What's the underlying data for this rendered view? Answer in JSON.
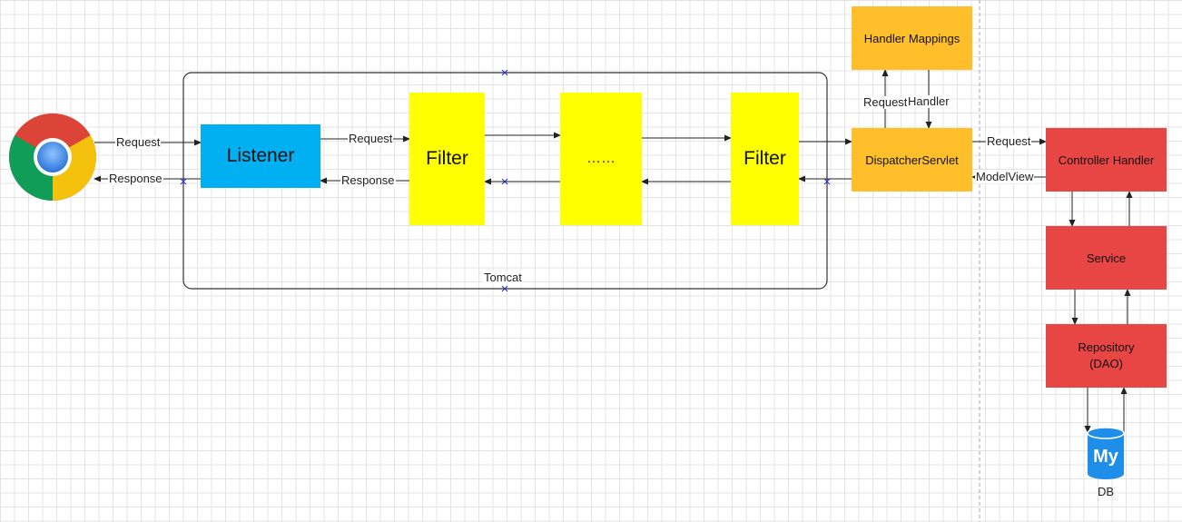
{
  "container": {
    "label": "Tomcat"
  },
  "nodes": {
    "browser": {
      "icon": "chrome-browser-icon"
    },
    "listener": {
      "label": "Listener",
      "color": "#00b0f0"
    },
    "filter1": {
      "label": "Filter",
      "color": "#ffff00"
    },
    "ellipsis": {
      "label": "……",
      "color": "#ffff00"
    },
    "filter2": {
      "label": "Filter",
      "color": "#ffff00"
    },
    "handler_mappings": {
      "label": "Handler Mappings",
      "color": "#ffbf2b"
    },
    "dispatcher": {
      "label": "DispatcherServlet",
      "color": "#ffbf2b"
    },
    "controller": {
      "label": "Controller Handler",
      "color": "#e84545"
    },
    "service": {
      "label": "Service",
      "color": "#e84545"
    },
    "repository": {
      "label_line1": "Repository",
      "label_line2": "(DAO)",
      "color": "#e84545"
    },
    "db": {
      "label": "DB",
      "icon": "mysql-database-icon",
      "icon_text": "My",
      "color": "#1f8ee8"
    }
  },
  "edges": {
    "browser_listener_request": "Request",
    "listener_browser_response": "Response",
    "listener_filter_request": "Request",
    "filter_listener_response": "Response",
    "dispatcher_mappings_request": "Request",
    "mappings_dispatcher_handler": "Handler",
    "dispatcher_controller_request": "Request",
    "controller_dispatcher_modelview": "ModelView"
  }
}
